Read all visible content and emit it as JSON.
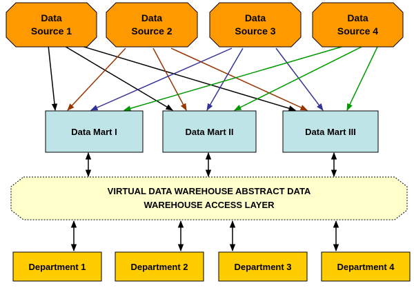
{
  "sources": [
    {
      "id": "source-1",
      "label": "Data\nSource 1"
    },
    {
      "id": "source-2",
      "label": "Data\nSource 2"
    },
    {
      "id": "source-3",
      "label": "Data\nSource 3"
    },
    {
      "id": "source-4",
      "label": "Data\nSource 4"
    }
  ],
  "marts": [
    {
      "id": "mart-1",
      "label": "Data Mart I"
    },
    {
      "id": "mart-2",
      "label": "Data Mart II"
    },
    {
      "id": "mart-3",
      "label": "Data Mart III"
    }
  ],
  "access_layer": {
    "label": "VIRTUAL DATA WAREHOUSE ABSTRACT DATA\nWAREHOUSE ACCESS LAYER"
  },
  "departments": [
    {
      "id": "dept-1",
      "label": "Department 1"
    },
    {
      "id": "dept-2",
      "label": "Department 2"
    },
    {
      "id": "dept-3",
      "label": "Department 3"
    },
    {
      "id": "dept-4",
      "label": "Department 4"
    }
  ],
  "colors": {
    "source_fill": "#FF9900",
    "mart_fill": "#BFE4E8",
    "layer_fill": "#FFFFCC",
    "dept_fill": "#FFCC00",
    "source_1_edge": "#000000",
    "source_2_edge": "#993300",
    "source_3_edge": "#333399",
    "source_4_edge": "#009900"
  },
  "connections": [
    {
      "from": "source-1",
      "to": "mart-1"
    },
    {
      "from": "source-1",
      "to": "mart-2"
    },
    {
      "from": "source-1",
      "to": "mart-3"
    },
    {
      "from": "source-2",
      "to": "mart-1"
    },
    {
      "from": "source-2",
      "to": "mart-2"
    },
    {
      "from": "source-2",
      "to": "mart-3"
    },
    {
      "from": "source-3",
      "to": "mart-1"
    },
    {
      "from": "source-3",
      "to": "mart-2"
    },
    {
      "from": "source-3",
      "to": "mart-3"
    },
    {
      "from": "source-4",
      "to": "mart-1"
    },
    {
      "from": "source-4",
      "to": "mart-2"
    },
    {
      "from": "source-4",
      "to": "mart-3"
    },
    {
      "from": "mart-1",
      "to": "access-layer",
      "bidirectional": true
    },
    {
      "from": "mart-2",
      "to": "access-layer",
      "bidirectional": true
    },
    {
      "from": "mart-3",
      "to": "access-layer",
      "bidirectional": true
    },
    {
      "from": "access-layer",
      "to": "dept-1",
      "bidirectional": true
    },
    {
      "from": "access-layer",
      "to": "dept-2",
      "bidirectional": true
    },
    {
      "from": "access-layer",
      "to": "dept-3",
      "bidirectional": true
    },
    {
      "from": "access-layer",
      "to": "dept-4",
      "bidirectional": true
    }
  ]
}
